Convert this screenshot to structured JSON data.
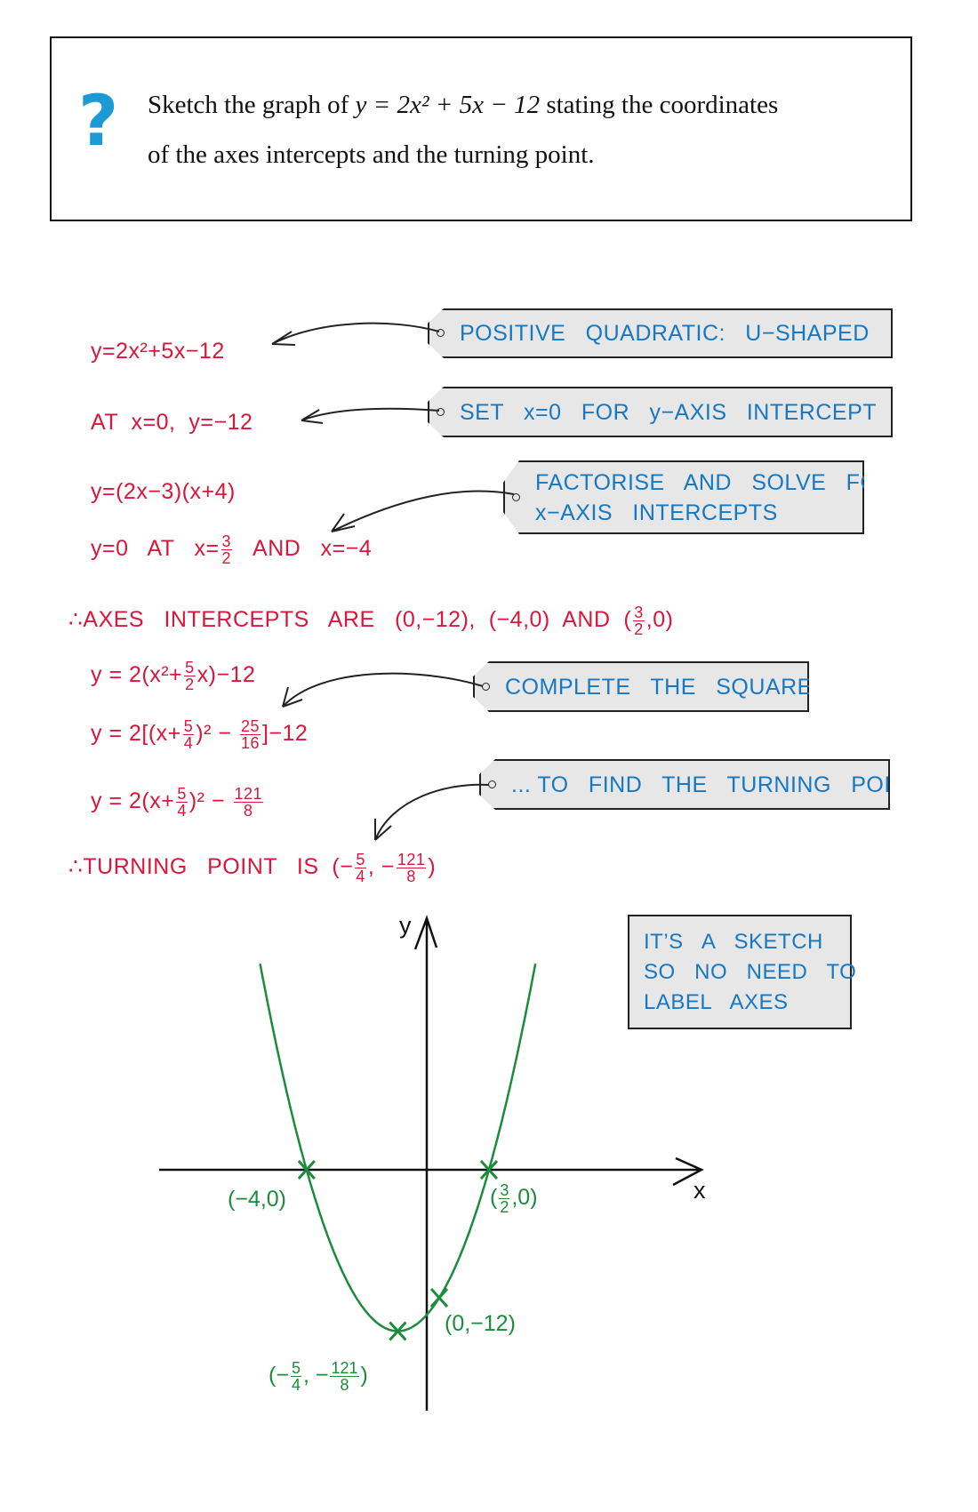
{
  "question": {
    "icon": "question-mark-icon",
    "line1_a": "Sketch the graph of ",
    "line1_eq": "y = 2x² + 5x − 12",
    "line1_b": " stating the coordinates",
    "line2": "of the axes intercepts and the turning point."
  },
  "working": {
    "l1": "y=2x²+5x−12",
    "l2": "AT  x=0,  y=−12",
    "l3": "y=(2x−3)(x+4)",
    "l4a": "y=0   AT   x=",
    "l4_frac": {
      "n": "3",
      "d": "2"
    },
    "l4b": "   AND   x=−4",
    "l5_sym": "∴",
    "l5a": "AXES   INTERCEPTS   ARE   (0,−12),  (−4,0)  AND  (",
    "l5_frac": {
      "n": "3",
      "d": "2"
    },
    "l5b": ",0)",
    "l6a": "y = 2(x²+",
    "l6_frac": {
      "n": "5",
      "d": "2"
    },
    "l6b": "x)−12",
    "l7a": "y = 2[(x+",
    "l7_frac1": {
      "n": "5",
      "d": "4"
    },
    "l7b": ")² − ",
    "l7_frac2": {
      "n": "25",
      "d": "16"
    },
    "l7c": "]−12",
    "l8a": "y = 2(x+",
    "l8_frac1": {
      "n": "5",
      "d": "4"
    },
    "l8b": ")² − ",
    "l8_frac2": {
      "n": "121",
      "d": "8"
    },
    "l9_sym": "∴",
    "l9a": "TURNING   POINT   IS  (−",
    "l9_frac1": {
      "n": "5",
      "d": "4"
    },
    "l9b": ", −",
    "l9_frac2": {
      "n": "121",
      "d": "8"
    },
    "l9c": ")"
  },
  "tags": {
    "t1": "POSITIVE   QUADRATIC:   U−SHAPED",
    "t2": "SET   x=0   FOR   y−AXIS   INTERCEPT",
    "t3a": "FACTORISE   AND   SOLVE   FOR",
    "t3b": "x−AXIS   INTERCEPTS",
    "t4": "COMPLETE   THE   SQUARE...",
    "t5": "... TO   FIND   THE   TURNING   POINT"
  },
  "note": {
    "l1": "IT’S   A   SKETCH",
    "l2": "SO   NO   NEED   TO",
    "l3": "LABEL   AXES"
  },
  "graph": {
    "x_label": "x",
    "y_label": "y",
    "equation": {
      "a": 2,
      "b": 5,
      "c": -12
    },
    "x_range": [
      -5.4,
      2.9
    ],
    "p1": "(−4,0)",
    "p2a": "(",
    "p2_frac": {
      "n": "3",
      "d": "2"
    },
    "p2b": ",0)",
    "p3": "(0,−12)",
    "p4a": "(−",
    "p4_frac1": {
      "n": "5",
      "d": "4"
    },
    "p4b": ", −",
    "p4_frac2": {
      "n": "121",
      "d": "8"
    },
    "p4c": ")",
    "marked_points": [
      [
        -4,
        0
      ],
      [
        1.5,
        0
      ],
      [
        0,
        -12
      ],
      [
        -1.25,
        -15.125
      ]
    ],
    "colors": {
      "curve": "#1b8c3c",
      "working": "#d8173c",
      "tags": "#1678c2"
    }
  }
}
